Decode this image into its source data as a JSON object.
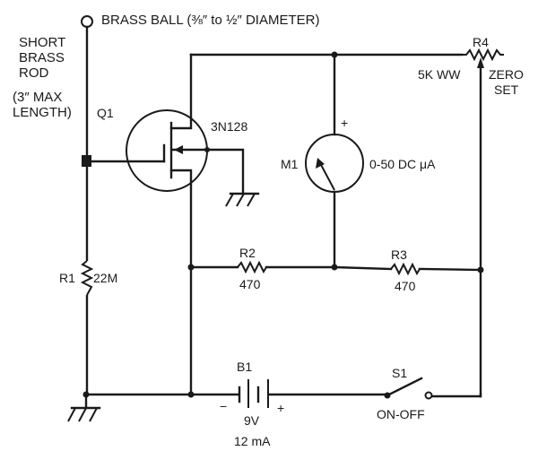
{
  "diagram": {
    "type": "circuit-schematic",
    "antenna": {
      "ball_label": "BRASS BALL (⅜″ to ½″ DIAMETER)",
      "rod_label_lines": [
        "SHORT",
        "BRASS",
        "ROD"
      ],
      "rod_note_lines": [
        "(3″ MAX",
        "LENGTH)"
      ]
    },
    "components": {
      "q1": {
        "ref": "Q1",
        "part": "3N128",
        "kind": "MOSFET"
      },
      "m1": {
        "ref": "M1",
        "value": "0-50 DC μA",
        "polarity": "+"
      },
      "r1": {
        "ref": "R1",
        "value": "22M"
      },
      "r2": {
        "ref": "R2",
        "value": "470"
      },
      "r3": {
        "ref": "R3",
        "value": "470"
      },
      "r4": {
        "ref": "R4",
        "value": "5K WW",
        "function_lines": [
          "ZERO",
          "SET"
        ]
      },
      "b1": {
        "ref": "B1",
        "voltage": "9V",
        "current": "12 mA",
        "minus": "−",
        "plus": "+"
      },
      "s1": {
        "ref": "S1",
        "label": "ON-OFF"
      }
    },
    "colors": {
      "ink": "#1a1a1a",
      "paper": "#ffffff"
    }
  }
}
